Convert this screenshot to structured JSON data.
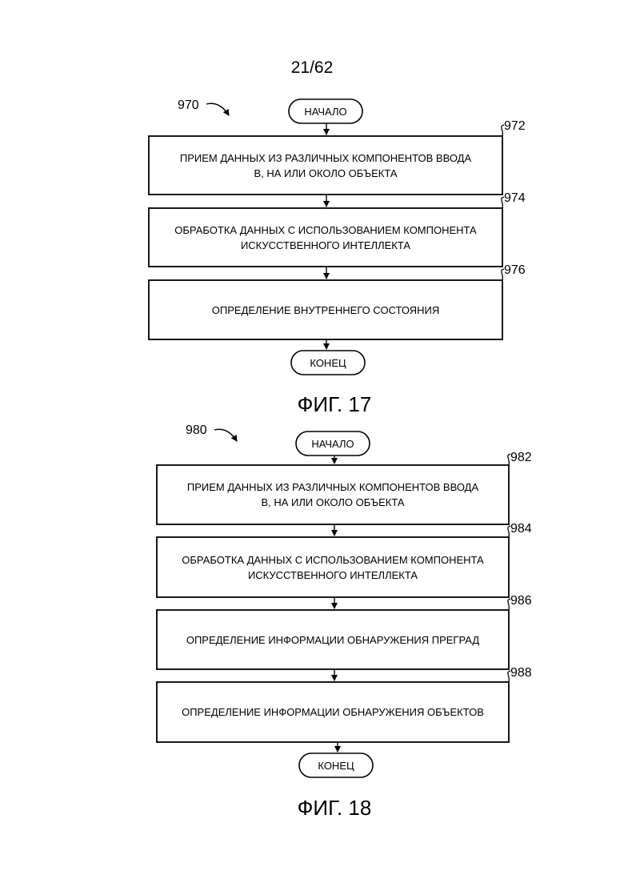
{
  "page_number": "21/62",
  "figures": [
    {
      "ref": "970",
      "caption": "ФИГ. 17",
      "start_label": "НАЧАЛО",
      "end_label": "КОНЕЦ",
      "steps": [
        {
          "ref": "972",
          "lines": [
            "ПРИЕМ ДАННЫХ ИЗ РАЗЛИЧНЫХ КОМПОНЕНТОВ ВВОДА",
            "В, НА ИЛИ ОКОЛО ОБЪЕКТА"
          ]
        },
        {
          "ref": "974",
          "lines": [
            "ОБРАБОТКА ДАННЫХ С ИСПОЛЬЗОВАНИЕМ КОМПОНЕНТА",
            "ИСКУССТВЕННОГО ИНТЕЛЛЕКТА"
          ]
        },
        {
          "ref": "976",
          "lines": [
            "ОПРЕДЕЛЕНИЕ ВНУТРЕННЕГО СОСТОЯНИЯ"
          ]
        }
      ]
    },
    {
      "ref": "980",
      "caption": "ФИГ. 18",
      "start_label": "НАЧАЛО",
      "end_label": "КОНЕЦ",
      "steps": [
        {
          "ref": "982",
          "lines": [
            "ПРИЕМ ДАННЫХ ИЗ РАЗЛИЧНЫХ КОМПОНЕНТОВ ВВОДА",
            "В, НА ИЛИ ОКОЛО ОБЪЕКТА"
          ]
        },
        {
          "ref": "984",
          "lines": [
            "ОБРАБОТКА ДАННЫХ С ИСПОЛЬЗОВАНИЕМ КОМПОНЕНТА",
            "ИСКУССТВЕННОГО ИНТЕЛЛЕКТА"
          ]
        },
        {
          "ref": "986",
          "lines": [
            "ОПРЕДЕЛЕНИЕ ИНФОРМАЦИИ ОБНАРУЖЕНИЯ ПРЕГРАД"
          ]
        },
        {
          "ref": "988",
          "lines": [
            "ОПРЕДЕЛЕНИЕ ИНФОРМАЦИИ ОБНАРУЖЕНИЯ ОБЪЕКТОВ"
          ]
        }
      ]
    }
  ]
}
